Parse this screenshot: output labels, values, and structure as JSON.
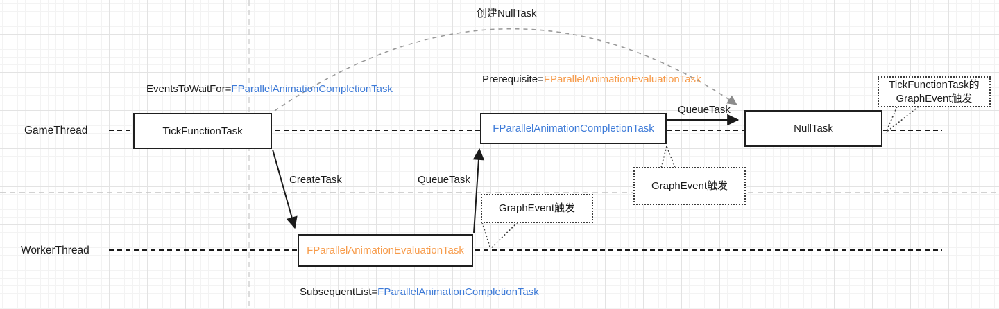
{
  "colors": {
    "blue": "#3E7BD8",
    "orange": "#F79B4A",
    "ink": "#1A1A1A",
    "curve_gray": "#999999"
  },
  "threads": {
    "game": "GameThread",
    "worker": "WorkerThread"
  },
  "boxes": {
    "tick": "TickFunctionTask",
    "completion": "FParallelAnimationCompletionTask",
    "nulltask": "NullTask",
    "evaluation": "FParallelAnimationEvaluationTask"
  },
  "edge_labels": {
    "create_nulltask": "创建NullTask",
    "queue_task_top": "QueueTask",
    "create_task": "CreateTask",
    "queue_task_mid": "QueueTask"
  },
  "annotations": {
    "events_to_wait_for": {
      "prefix": "EventsToWaitFor=",
      "value": "FParallelAnimationCompletionTask"
    },
    "prerequisite": {
      "prefix": "Prerequisite=",
      "value": "FParallelAnimationEvaluationTask"
    },
    "subsequent_list": {
      "prefix": "SubsequentList=",
      "value": "FParallelAnimationCompletionTask"
    }
  },
  "callouts": {
    "worker_graph_event": "GraphEvent触发",
    "completion_graph_event": "GraphEvent触发",
    "tick_graph_event_line1": "TickFunctionTask的",
    "tick_graph_event_line2": "GraphEvent触发"
  }
}
